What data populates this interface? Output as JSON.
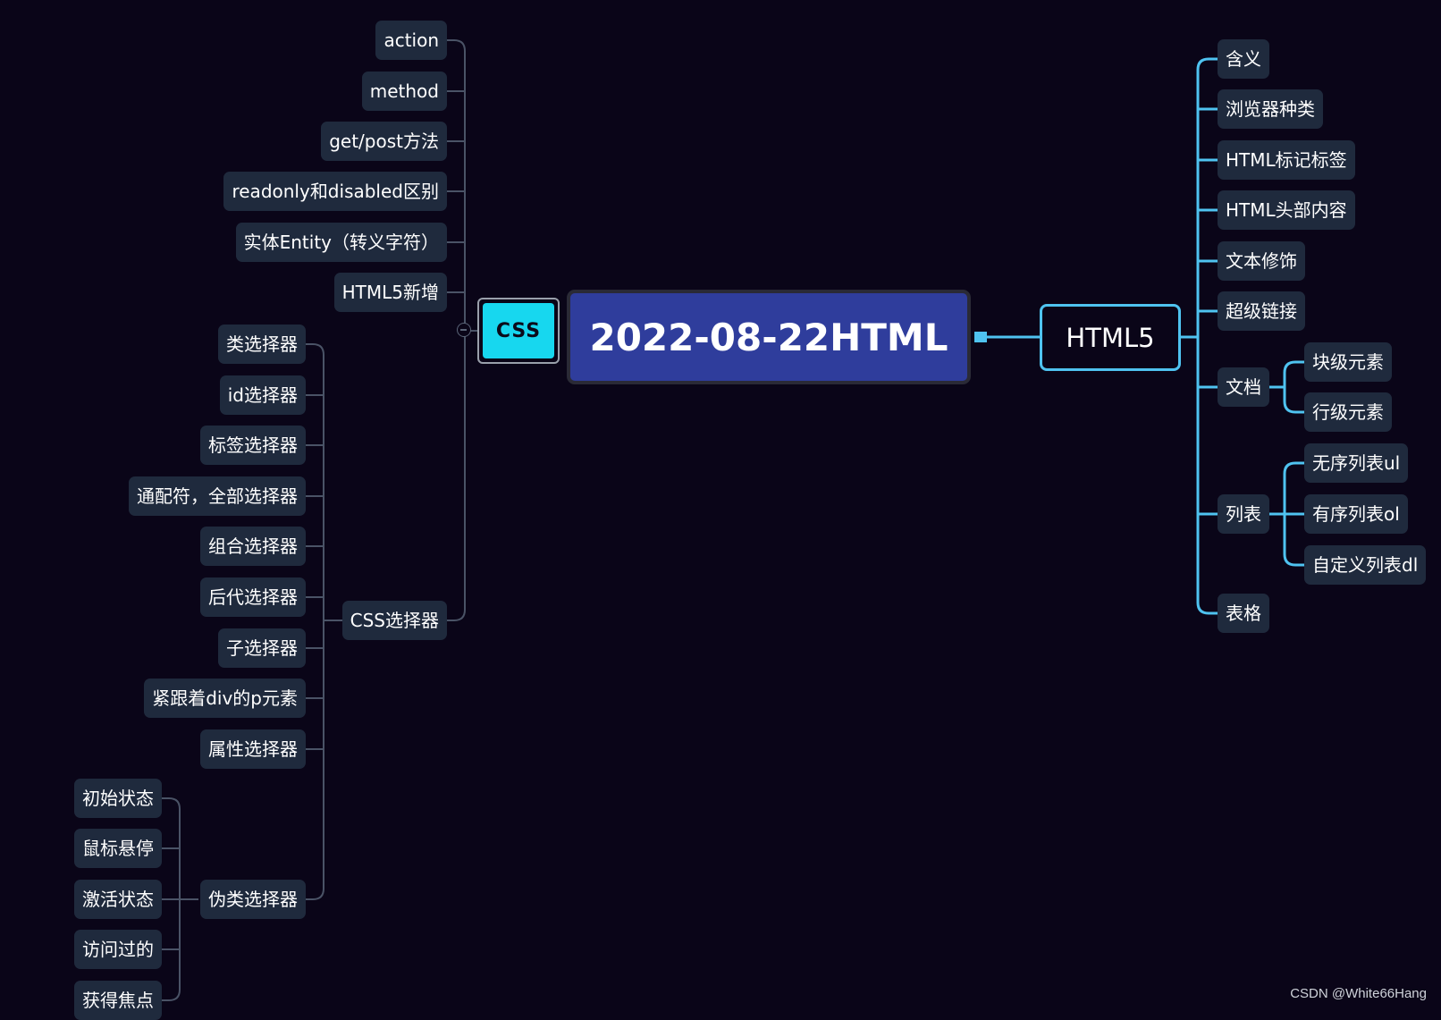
{
  "root": {
    "title": "2022-08-22HTML"
  },
  "left": {
    "label": "CSS",
    "children": [
      {
        "label": "action"
      },
      {
        "label": "method"
      },
      {
        "label": "get/post方法"
      },
      {
        "label": "readonly和disabled区别"
      },
      {
        "label": "实体Entity（转义字符）"
      },
      {
        "label": "HTML5新增"
      },
      {
        "label": "CSS选择器",
        "children": [
          {
            "label": "类选择器"
          },
          {
            "label": "id选择器"
          },
          {
            "label": "标签选择器"
          },
          {
            "label": "通配符，全部选择器"
          },
          {
            "label": "组合选择器"
          },
          {
            "label": "后代选择器"
          },
          {
            "label": "子选择器"
          },
          {
            "label": "紧跟着div的p元素"
          },
          {
            "label": "属性选择器"
          },
          {
            "label": "伪类选择器",
            "children": [
              {
                "label": "初始状态"
              },
              {
                "label": "鼠标悬停"
              },
              {
                "label": "激活状态"
              },
              {
                "label": "访问过的"
              },
              {
                "label": "获得焦点"
              }
            ]
          }
        ]
      }
    ]
  },
  "right": {
    "label": "HTML5",
    "children": [
      {
        "label": "含义"
      },
      {
        "label": "浏览器种类"
      },
      {
        "label": "HTML标记标签"
      },
      {
        "label": "HTML头部内容"
      },
      {
        "label": "文本修饰"
      },
      {
        "label": "超级链接"
      },
      {
        "label": "文档",
        "children": [
          {
            "label": "块级元素"
          },
          {
            "label": "行级元素"
          }
        ]
      },
      {
        "label": "列表",
        "children": [
          {
            "label": "无序列表ul"
          },
          {
            "label": "有序列表ol"
          },
          {
            "label": "自定义列表dl"
          }
        ]
      },
      {
        "label": "表格"
      }
    ]
  },
  "colors": {
    "background": "#0a0518",
    "root_fill": "#2f3d9c",
    "css_fill": "#17d7ef",
    "html5_border": "#4fc3f0",
    "node_fill": "#1f2a3d",
    "left_connector": "#4a5366",
    "right_connector": "#4fc3f0"
  },
  "watermark": "CSDN @White66Hang"
}
